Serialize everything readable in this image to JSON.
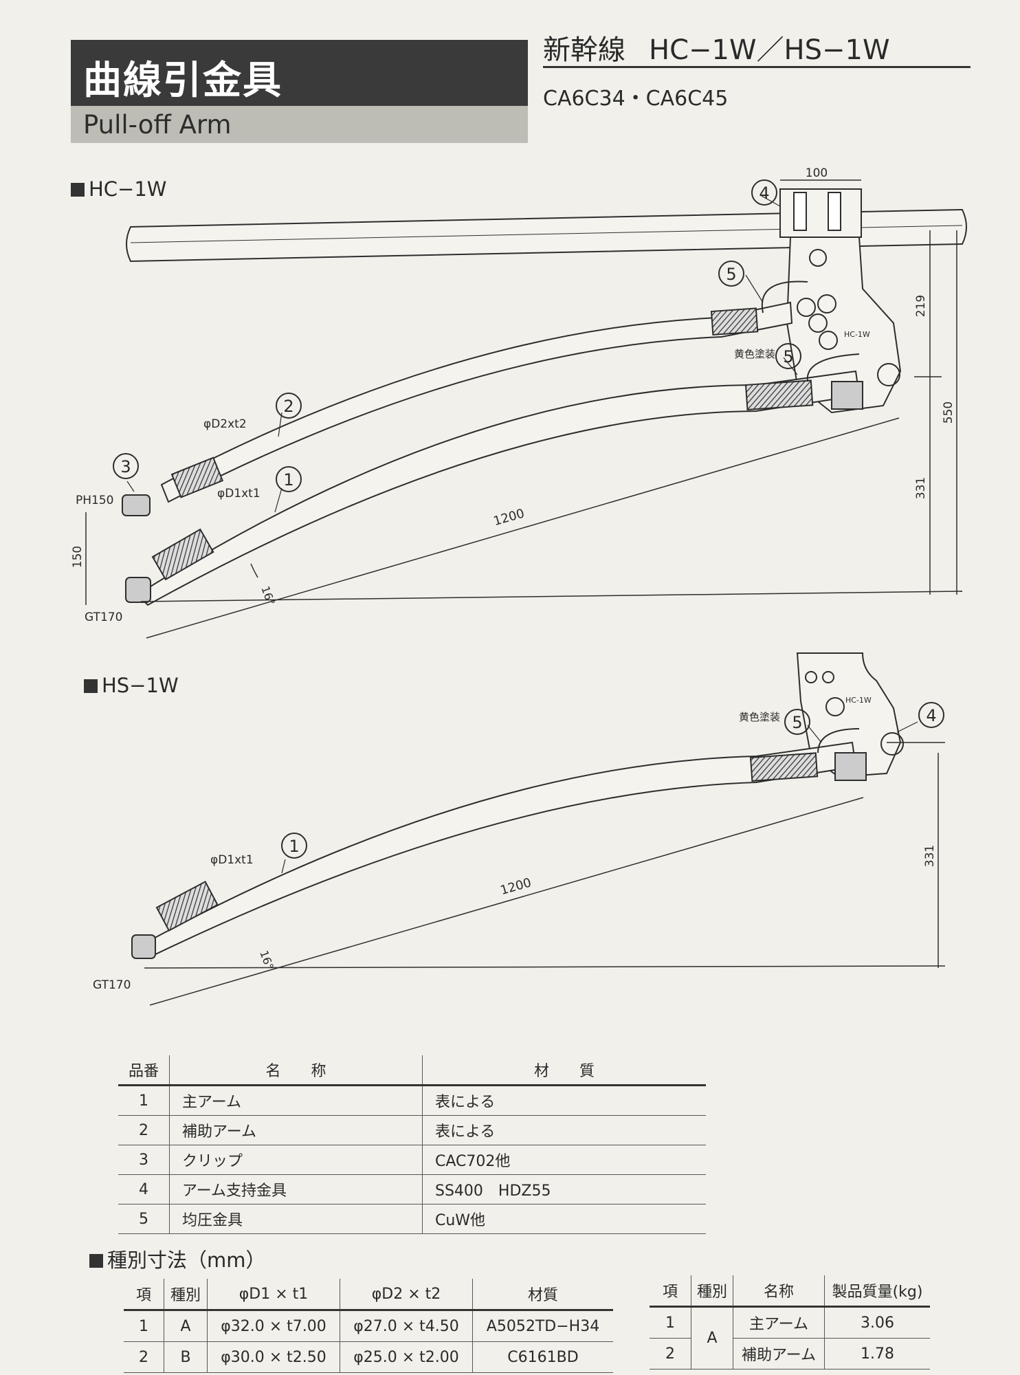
{
  "header": {
    "title_jp": "曲線引金具",
    "title_en": "Pull-off Arm",
    "series_prefix": "新幹線",
    "series_models": "HC−1W／HS−1W",
    "codes": "CA6C34・CA6C45"
  },
  "sections": {
    "hc": "HC−1W",
    "hs": "HS−1W",
    "dims": "種別寸法（mm）"
  },
  "drawing_hc": {
    "dim_100": "100",
    "dim_219": "219",
    "dim_550": "550",
    "dim_331": "331",
    "dim_150": "150",
    "dim_1200": "1200",
    "angle": "16°",
    "label_ph": "PH150",
    "label_gt": "GT170",
    "label_d1": "φD1xt1",
    "label_d2": "φD2xt2",
    "label_yellow": "黄色塗装",
    "label_model": "HC-1W",
    "callout_1": "1",
    "callout_2": "2",
    "callout_3": "3",
    "callout_4": "4",
    "callout_5a": "5",
    "callout_5b": "5"
  },
  "drawing_hs": {
    "dim_331": "331",
    "dim_1200": "1200",
    "angle": "16°",
    "label_gt": "GT170",
    "label_d1": "φD1xt1",
    "label_yellow": "黄色塗装",
    "label_model": "HC-1W",
    "callout_1": "1",
    "callout_4": "4",
    "callout_5": "5"
  },
  "parts_table": {
    "headers": [
      "品番",
      "名　　称",
      "材　　質"
    ],
    "rows": [
      {
        "no": "1",
        "name": "主アーム",
        "material": "表による"
      },
      {
        "no": "2",
        "name": "補助アーム",
        "material": "表による"
      },
      {
        "no": "3",
        "name": "クリップ",
        "material": "CAC702他"
      },
      {
        "no": "4",
        "name": "アーム支持金具",
        "material": "SS400　HDZ55"
      },
      {
        "no": "5",
        "name": "均圧金具",
        "material": "CuW他"
      }
    ]
  },
  "dims_table": {
    "headers": [
      "項",
      "種別",
      "φD1 × t1",
      "φD2 × t2",
      "材質"
    ],
    "rows": [
      {
        "item": "1",
        "type": "A",
        "d1": "φ32.0 × t7.00",
        "d2": "φ27.0 × t4.50",
        "material": "A5052TD−H34"
      },
      {
        "item": "2",
        "type": "B",
        "d1": "φ30.0 × t2.50",
        "d2": "φ25.0 × t2.00",
        "material": "C6161BD"
      }
    ]
  },
  "mass_table": {
    "headers": [
      "項",
      "種別",
      "名称",
      "製品質量(kg)"
    ],
    "type_value": "A",
    "rows": [
      {
        "item": "1",
        "name": "主アーム",
        "mass": "3.06"
      },
      {
        "item": "2",
        "name": "補助アーム",
        "mass": "1.78"
      }
    ]
  }
}
